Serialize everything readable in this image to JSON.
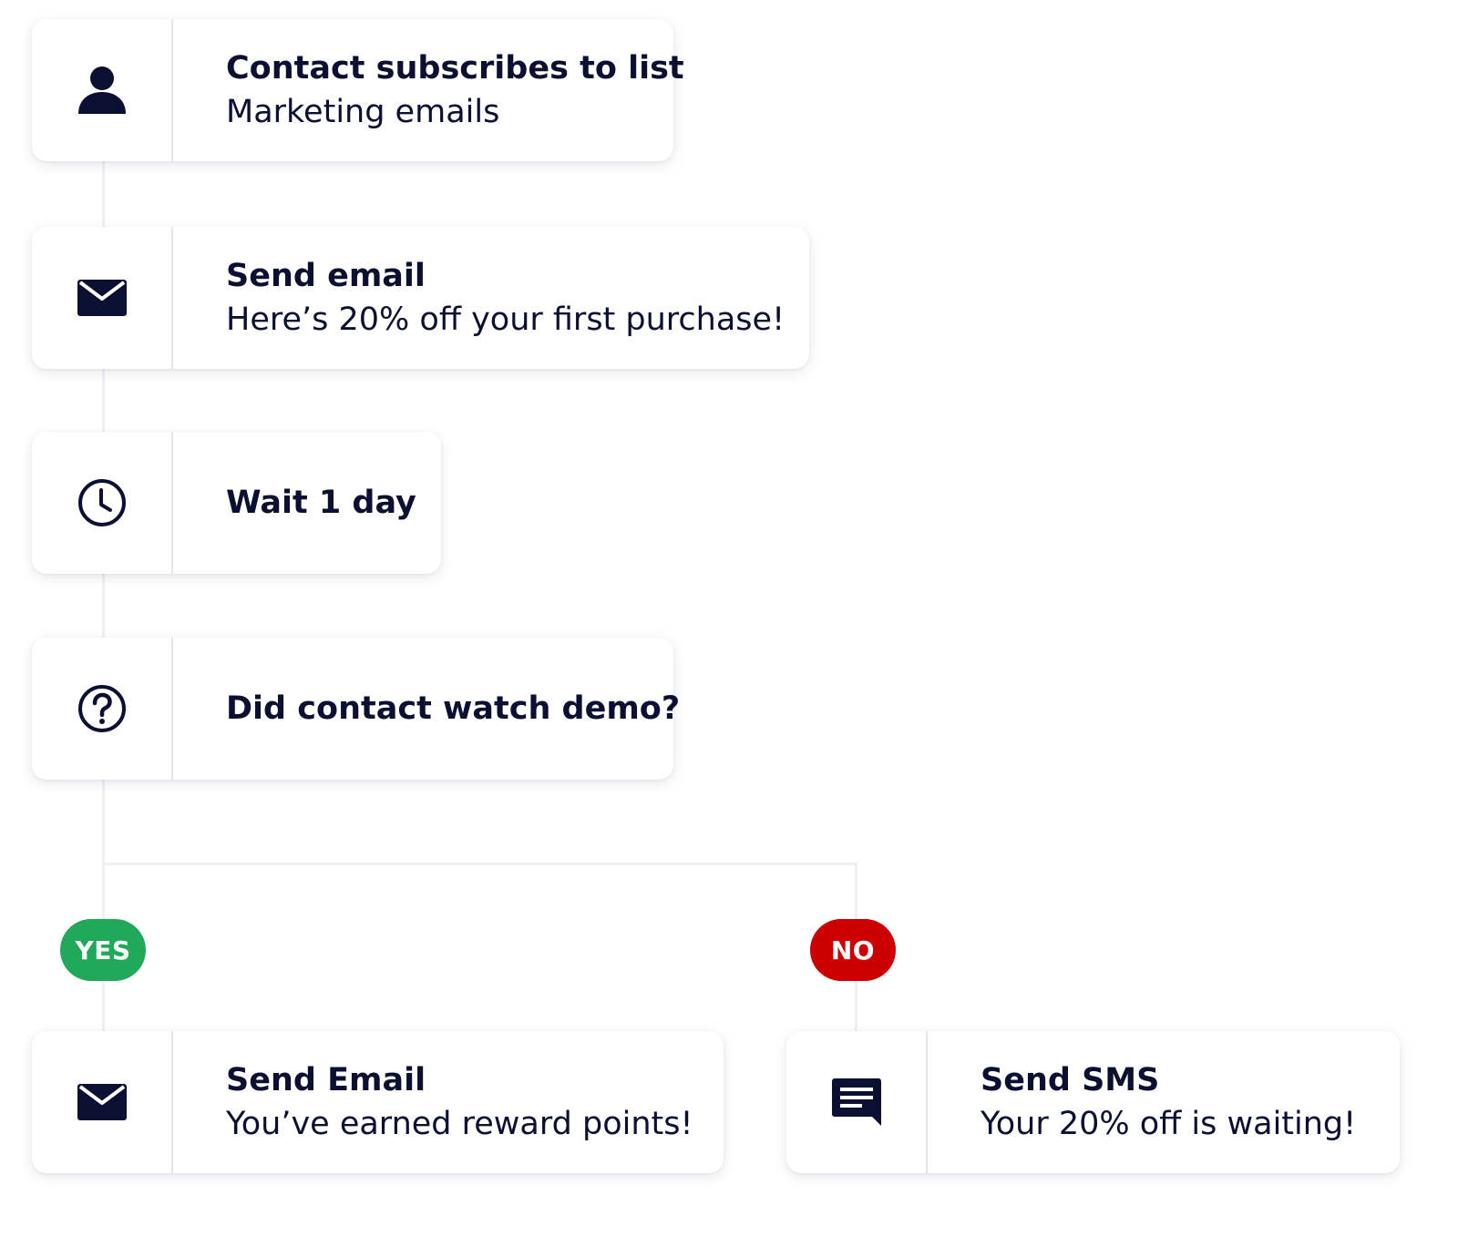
{
  "colors": {
    "text": "#0b1033",
    "icon": "#0b1033",
    "yes": "#22a85a",
    "no": "#cc0000",
    "connector": "#eef0f4",
    "divider": "#e4e6ec"
  },
  "steps": [
    {
      "icon": "person-icon",
      "title": "Contact subscribes to list",
      "subtitle": "Marketing emails"
    },
    {
      "icon": "envelope-icon",
      "title": "Send email",
      "subtitle": "Here’s 20% off your first purchase!"
    },
    {
      "icon": "clock-icon",
      "title": "Wait 1 day"
    },
    {
      "icon": "question-icon",
      "title": "Did contact watch demo?"
    }
  ],
  "branches": {
    "yes": {
      "label": "YES",
      "action": {
        "icon": "envelope-icon",
        "title": "Send Email",
        "subtitle": "You’ve earned reward points!"
      }
    },
    "no": {
      "label": "NO",
      "action": {
        "icon": "sms-icon",
        "title": "Send SMS",
        "subtitle": "Your 20% off is waiting!"
      }
    }
  }
}
